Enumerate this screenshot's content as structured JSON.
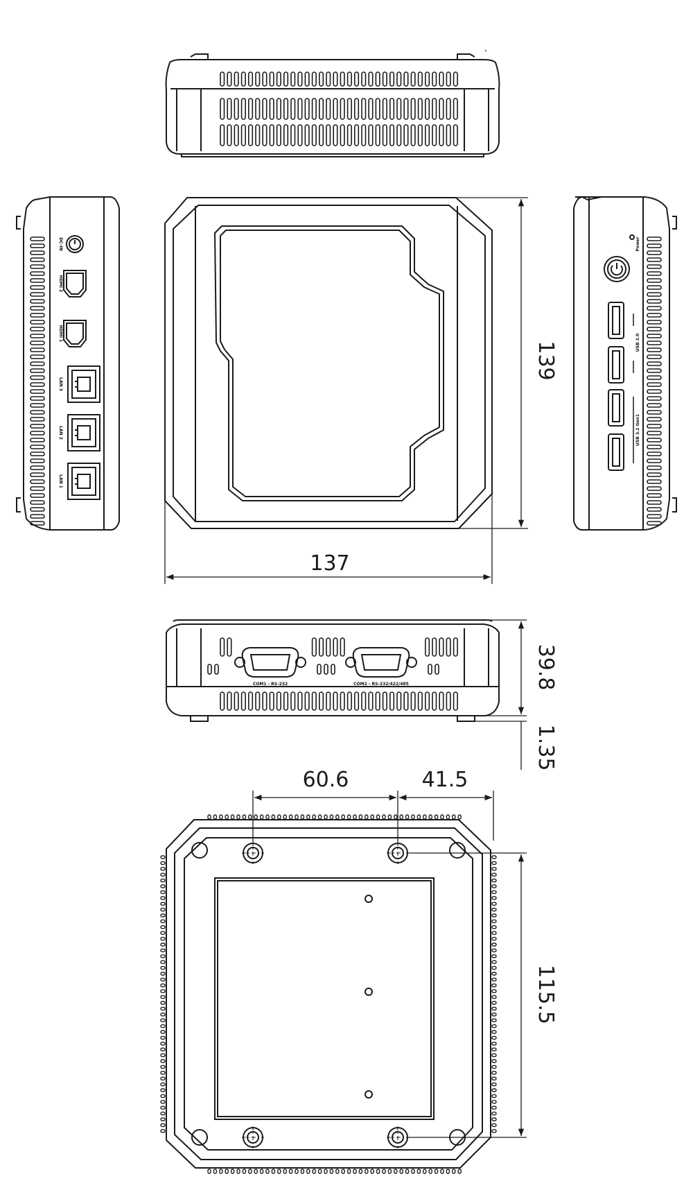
{
  "dimensions": {
    "top_height": "139",
    "top_width": "137",
    "front_height": "39.8",
    "foot_height": "1.35",
    "hole_spacing_x": "60.6",
    "hole_edge_x": "41.5",
    "hole_spacing_y": "115.5"
  },
  "port_labels": {
    "left": [
      "DC-IN",
      "HDMI 2",
      "HDMI 1",
      "LAN 3",
      "LAN 2",
      "LAN 1"
    ],
    "right": [
      "Power",
      "USB 2.0",
      "USB 3.2 Gen1"
    ],
    "front": [
      "COM1 - RS-232",
      "COM2 - RS-232/422/485"
    ]
  },
  "colors": {
    "line": "#1a1a1a",
    "background": "#ffffff"
  }
}
